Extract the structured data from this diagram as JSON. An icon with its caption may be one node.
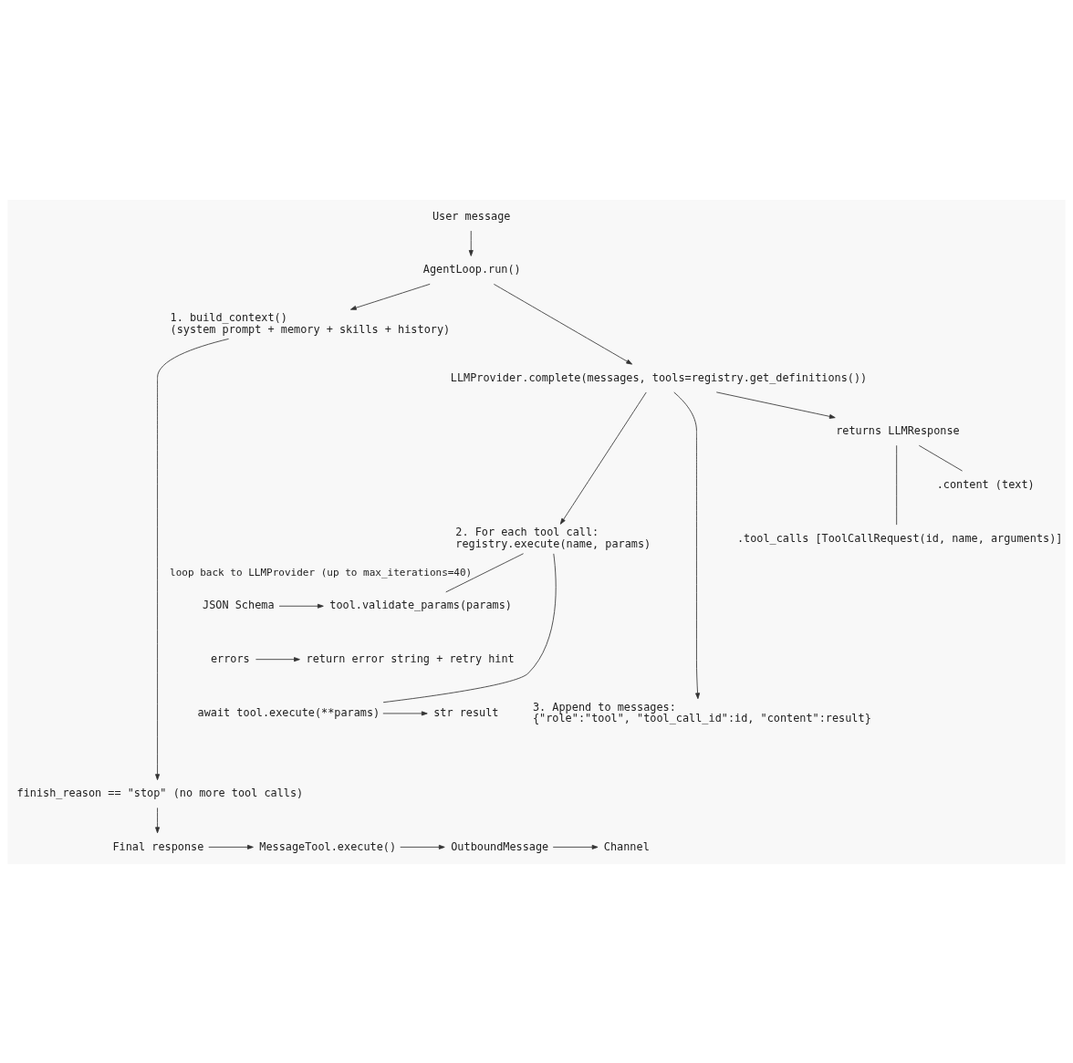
{
  "diagram": {
    "nodes": [
      {
        "text": [
          "User message"
        ]
      },
      {
        "text": [
          "AgentLoop.run()"
        ]
      },
      {
        "text": [
          "1. build_context()",
          "(system prompt + memory + skills + history)"
        ]
      },
      {
        "text": [
          "LLMProvider.complete(messages, tools=registry.get_definitions())"
        ]
      },
      {
        "text": [
          "returns LLMResponse"
        ]
      },
      {
        "text": [
          ".content (text)"
        ]
      },
      {
        "text": [
          ".tool_calls [ToolCallRequest(id, name, arguments)]"
        ]
      },
      {
        "text": [
          "2. For each tool call:",
          "registry.execute(name, params)"
        ]
      },
      {
        "text": [
          "tool.validate_params(params)"
        ]
      },
      {
        "text": [
          "JSON Schema"
        ]
      },
      {
        "text": [
          "errors"
        ]
      },
      {
        "text": [
          "return error string + retry hint"
        ]
      },
      {
        "text": [
          "await tool.execute(**params)"
        ]
      },
      {
        "text": [
          "str result"
        ]
      },
      {
        "text": [
          "3. Append to messages:",
          "{\"role\":\"tool\", \"tool_call_id\":id, \"content\":result}"
        ]
      },
      {
        "text": [
          "finish_reason == \"stop\" (no more tool calls)"
        ]
      },
      {
        "text": [
          "Final response"
        ]
      },
      {
        "text": [
          "MessageTool.execute()"
        ]
      },
      {
        "text": [
          "OutboundMessage"
        ]
      },
      {
        "text": [
          "Channel"
        ]
      }
    ],
    "edges": [
      {
        "from": 0,
        "to": 1,
        "arrow": "to"
      },
      {
        "from": 1,
        "to": 2,
        "arrow": "to"
      },
      {
        "from": 1,
        "to": 3,
        "arrow": "to"
      },
      {
        "from": 3,
        "to": 4,
        "arrow": "to"
      },
      {
        "from": 4,
        "to": 5,
        "arrow": "none"
      },
      {
        "from": 4,
        "to": 6,
        "arrow": "none"
      },
      {
        "from": 3,
        "to": 7,
        "arrow": "to"
      },
      {
        "from": 7,
        "to": 8,
        "arrow": "none"
      },
      {
        "from": 9,
        "to": 8,
        "arrow": "to"
      },
      {
        "from": 10,
        "to": 11,
        "arrow": "to"
      },
      {
        "from": 7,
        "to": 12,
        "arrow": "none"
      },
      {
        "from": 12,
        "to": 13,
        "arrow": "to"
      },
      {
        "from": 3,
        "to": 14,
        "arrow": "to"
      },
      {
        "from": 2,
        "to": 15,
        "arrow": "to",
        "label": "loop back to LLMProvider (up to max_iterations=40)"
      },
      {
        "from": 15,
        "to": 16,
        "arrow": "to"
      },
      {
        "from": 16,
        "to": 17,
        "arrow": "to"
      },
      {
        "from": 17,
        "to": 18,
        "arrow": "to"
      },
      {
        "from": 18,
        "to": 19,
        "arrow": "to"
      }
    ]
  }
}
